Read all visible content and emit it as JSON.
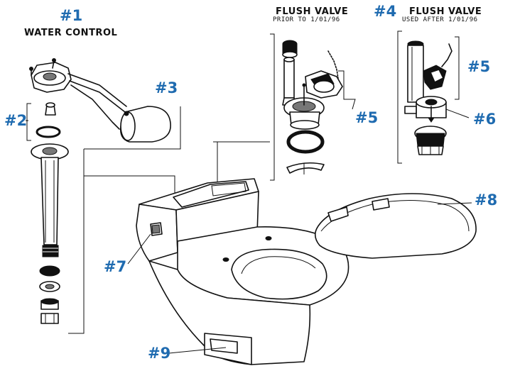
{
  "labels": {
    "n1": "#1",
    "water_control": "WATER CONTROL",
    "n2": "#2",
    "n3": "#3",
    "n4": "#4",
    "flush_valve_left": "FLUSH VALVE",
    "prior_note": "PRIOR TO 1/01/96",
    "flush_valve_right": "FLUSH VALVE",
    "after_note": "USED AFTER 1/01/96",
    "n5a": "#5",
    "n5b": "#5",
    "n6": "#6",
    "n7": "#7",
    "n8": "#8",
    "n9": "#9"
  },
  "colors": {
    "label_blue": "#1f6bb0",
    "line": "#111111",
    "background": "#ffffff"
  }
}
